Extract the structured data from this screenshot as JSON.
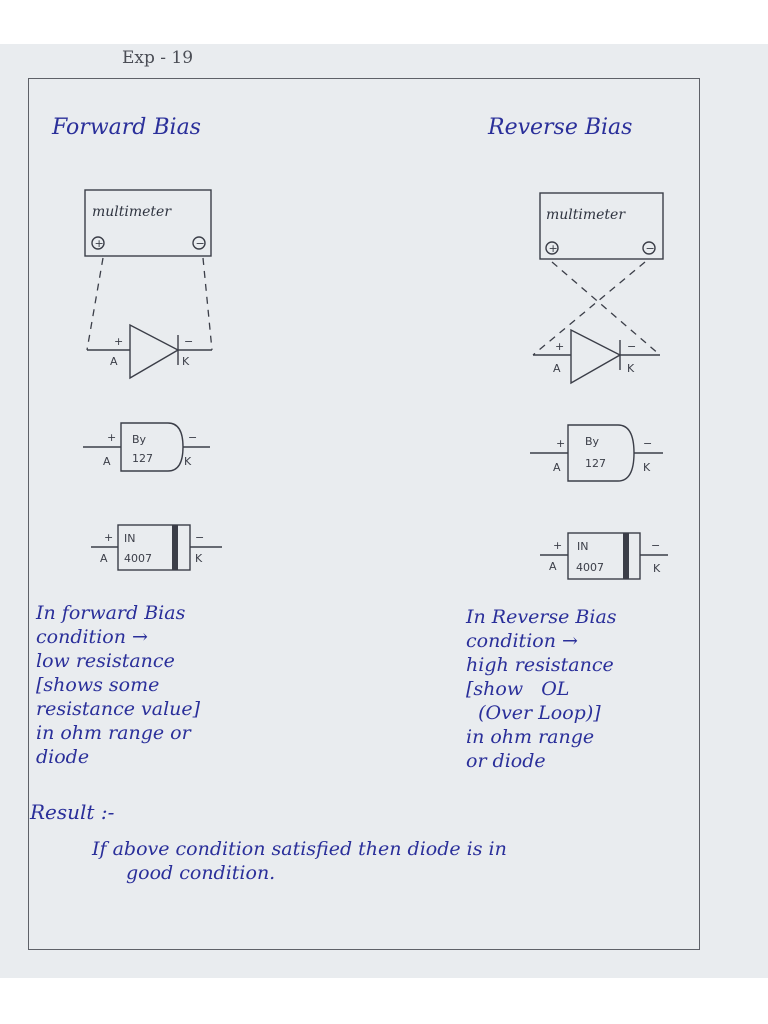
{
  "header": {
    "exp_label": "Exp - 19"
  },
  "forward": {
    "title": "Forward Bias",
    "multimeter_label": "multimeter",
    "plus_terminal": "+",
    "minus_terminal": "−",
    "anode": "A",
    "cathode": "K",
    "package1_line1": "By",
    "package1_line2": "127",
    "package2_line1": "IN",
    "package2_line2": "4007",
    "note": "In forward Bias\ncondition →\nlow resistance\n[shows some\nresistance value]\nin ohm range or\ndiode"
  },
  "reverse": {
    "title": "Reverse Bias",
    "multimeter_label": "multimeter",
    "plus_terminal": "+",
    "minus_terminal": "−",
    "anode": "A",
    "cathode": "K",
    "package1_line1": "By",
    "package1_line2": "127",
    "package2_line1": "IN",
    "package2_line2": "4007",
    "note": "In Reverse Bias\ncondition →\nhigh resistance\n[show   OL\n  (Over Loop)]\nin ohm range\nor diode"
  },
  "result": {
    "heading": "Result :-",
    "line1": "If above condition satisfied then diode is in",
    "line2": "good condition."
  },
  "colors": {
    "ink": "#2a2f9a",
    "pencil": "#3b3e48",
    "paper": "#e9ecef"
  }
}
